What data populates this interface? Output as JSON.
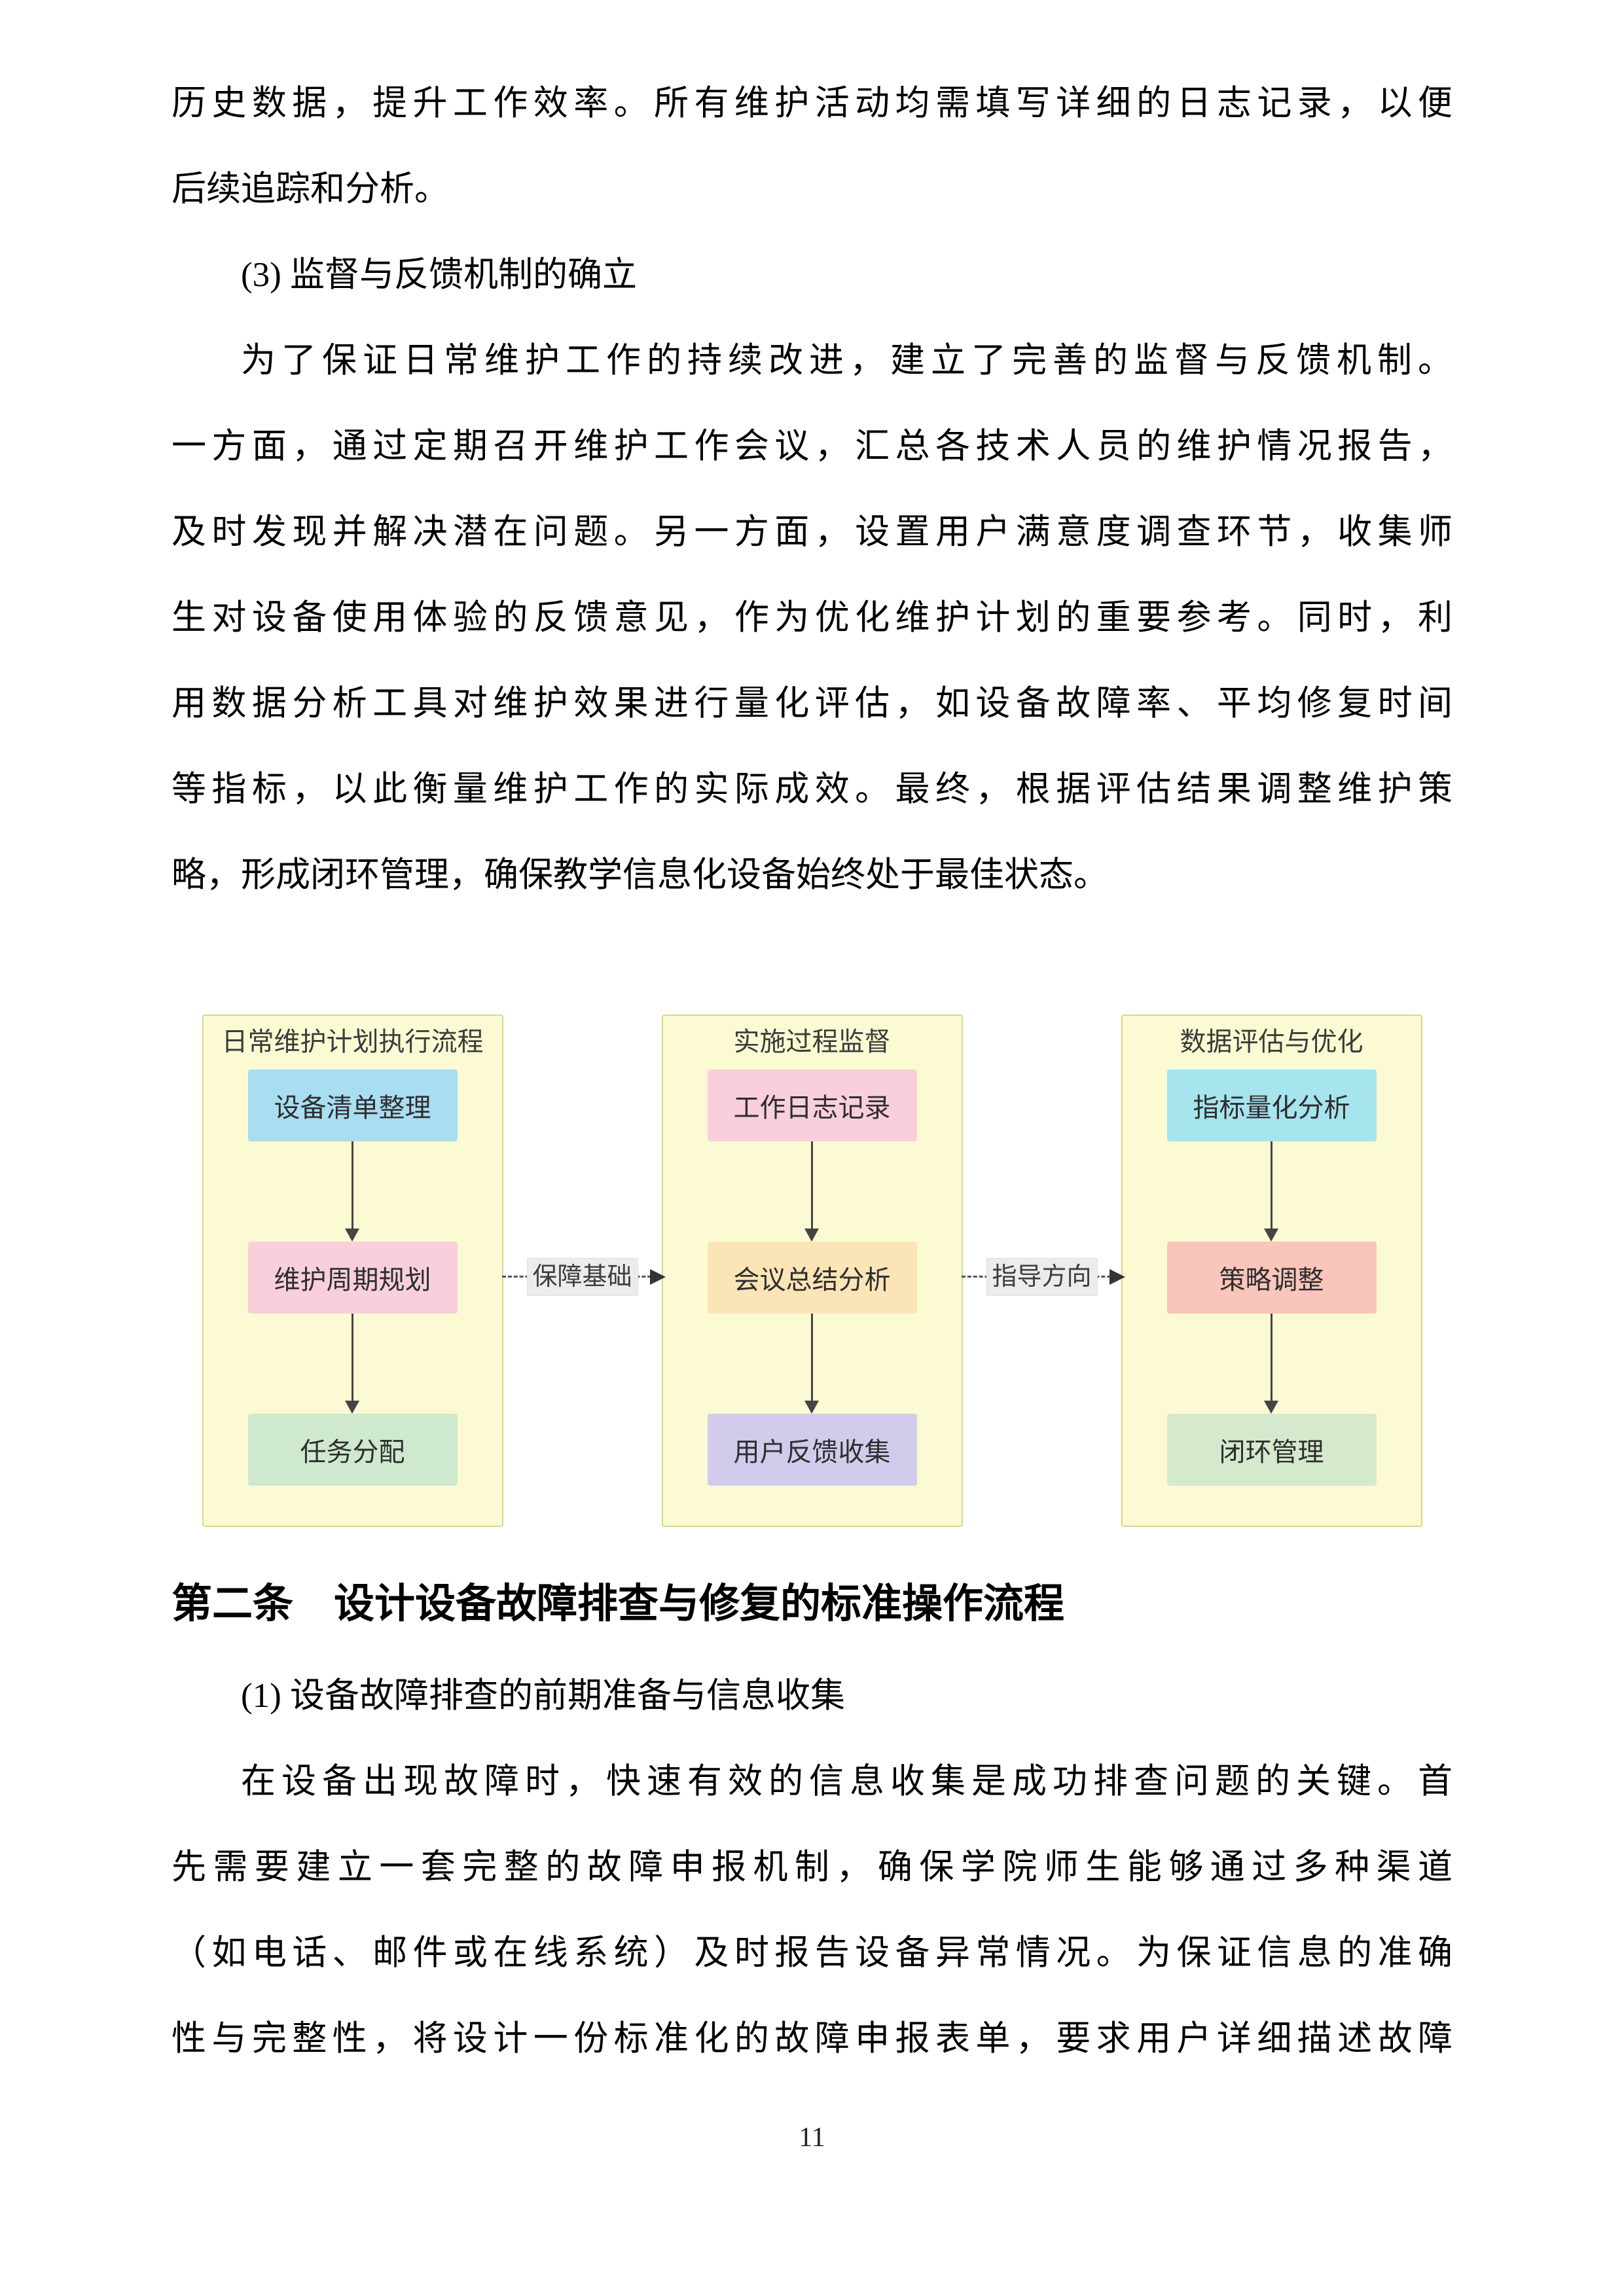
{
  "page": {
    "number": "11"
  },
  "colors": {
    "panel_bg": "#fbfad3",
    "panel_border": "#d8d88e",
    "edge_label_bg": "#ececec",
    "arrow": "#444444"
  },
  "top": {
    "lines": [
      "历史数据，提升工作效率。所有维护活动均需填写详细的日志记录，以便",
      "后续追踪和分析。",
      "(3) 监督与反馈机制的确立",
      "为了保证日常维护工作的持续改进，建立了完善的监督与反馈机制。",
      "一方面，通过定期召开维护工作会议，汇总各技术人员的维护情况报告，",
      "及时发现并解决潜在问题。另一方面，设置用户满意度调查环节，收集师",
      "生对设备使用体验的反馈意见，作为优化维护计划的重要参考。同时，利",
      "用数据分析工具对维护效果进行量化评估，如设备故障率、平均修复时间",
      "等指标，以此衡量维护工作的实际成效。最终，根据评估结果调整维护策",
      "略，形成闭环管理，确保教学信息化设备始终处于最佳状态。"
    ]
  },
  "flowchart": {
    "columns": [
      {
        "title": "日常维护计划执行流程",
        "nodes": [
          {
            "label": "设备清单整理",
            "color": "#a9ddf2"
          },
          {
            "label": "维护周期规划",
            "color": "#f9cfdb"
          },
          {
            "label": "任务分配",
            "color": "#cfe9cf"
          }
        ]
      },
      {
        "title": "实施过程监督",
        "nodes": [
          {
            "label": "工作日志记录",
            "color": "#f9cfdb"
          },
          {
            "label": "会议总结分析",
            "color": "#fbe5b6"
          },
          {
            "label": "用户反馈收集",
            "color": "#d2cbec"
          }
        ]
      },
      {
        "title": "数据评估与优化",
        "nodes": [
          {
            "label": "指标量化分析",
            "color": "#a6e4ee"
          },
          {
            "label": "策略调整",
            "color": "#fac5ba"
          },
          {
            "label": "闭环管理",
            "color": "#d5e9cd"
          }
        ]
      }
    ],
    "connectors": [
      {
        "label": "保障基础"
      },
      {
        "label": "指导方向"
      }
    ]
  },
  "section": {
    "heading": "第二条　设计设备故障排查与修复的标准操作流程"
  },
  "bottom": {
    "lines": [
      "(1) 设备故障排查的前期准备与信息收集",
      "在设备出现故障时，快速有效的信息收集是成功排查问题的关键。首",
      "先需要建立一套完整的故障申报机制，确保学院师生能够通过多种渠道",
      "（如电话、邮件或在线系统）及时报告设备异常情况。为保证信息的准确",
      "性与完整性，将设计一份标准化的故障申报表单，要求用户详细描述故障"
    ]
  }
}
